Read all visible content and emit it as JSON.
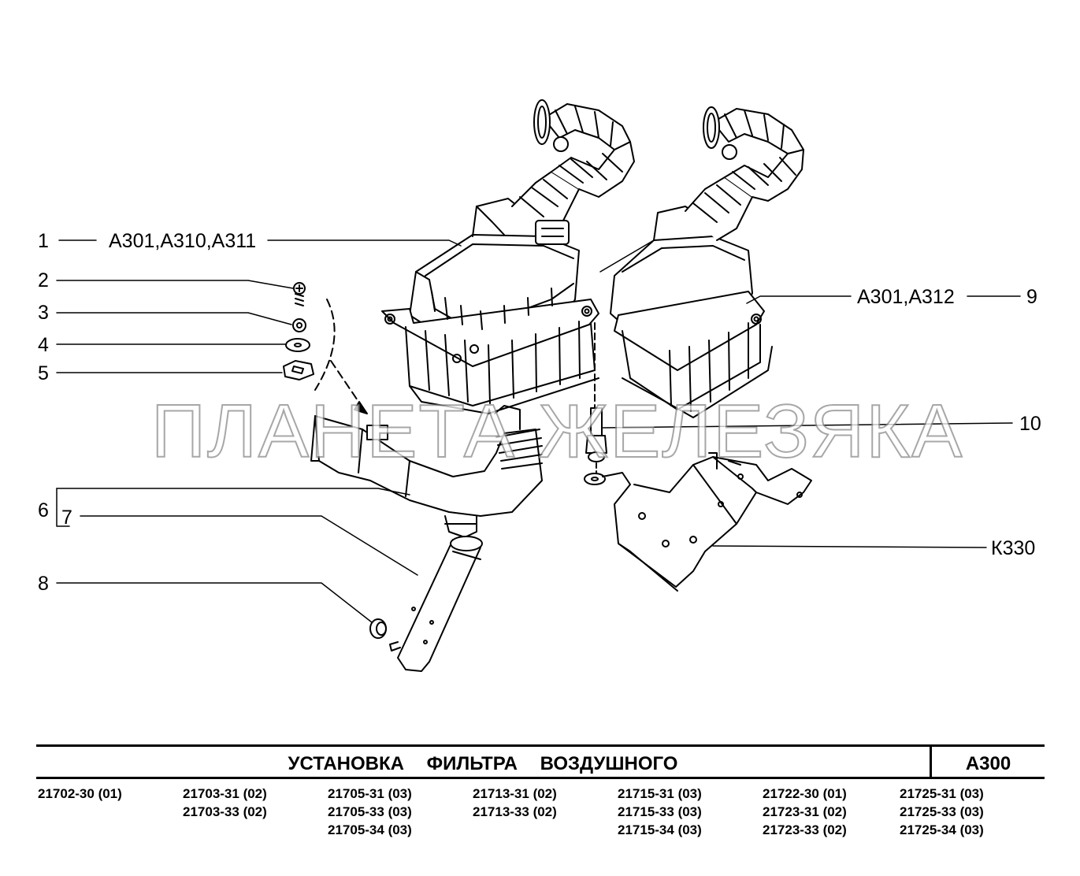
{
  "diagram": {
    "callouts": {
      "c1_num": "1",
      "c1_ref": "А301,А310,А311",
      "c2_num": "2",
      "c3_num": "3",
      "c4_num": "4",
      "c5_num": "5",
      "c6_num": "6",
      "c7_num": "7",
      "c8_num": "8",
      "c9_ref": "А301,А312",
      "c9_num": "9",
      "c10_num": "10",
      "k330_ref": "К330"
    },
    "watermark": "ПЛАНЕТА ЖЕЛЕЗЯКА"
  },
  "titlebar": {
    "title": "УСТАНОВКА ФИЛЬТРА ВОЗДУШНОГО",
    "code": "А300"
  },
  "models": [
    [
      "21702-30 (01)"
    ],
    [
      "21703-31 (02)",
      "21703-33 (02)"
    ],
    [
      "21705-31 (03)",
      "21705-33 (03)",
      "21705-34 (03)"
    ],
    [
      "21713-31 (02)",
      "21713-33 (02)"
    ],
    [
      "21715-31 (03)",
      "21715-33 (03)",
      "21715-34 (03)"
    ],
    [
      "21722-30 (01)",
      "21723-31 (02)",
      "21723-33 (02)"
    ],
    [
      "21725-31 (03)",
      "21725-33 (03)",
      "21725-34 (03)"
    ]
  ]
}
